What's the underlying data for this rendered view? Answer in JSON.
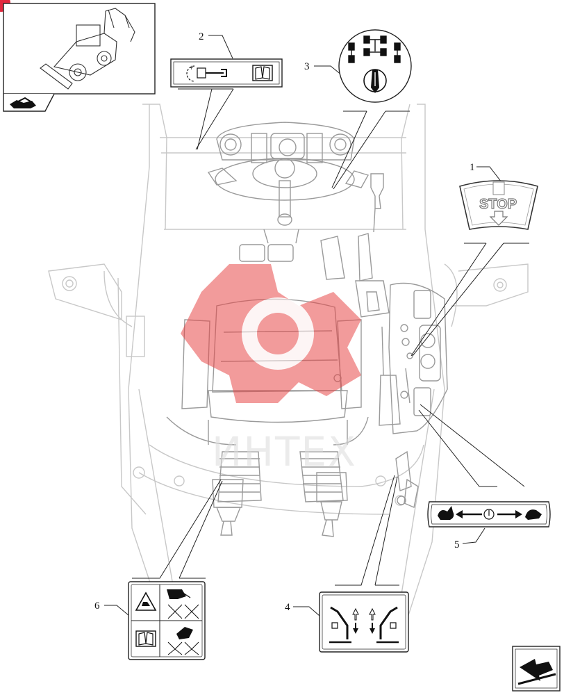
{
  "callouts": {
    "c1": "1",
    "c2": "2",
    "c3": "3",
    "c4": "4",
    "c5": "5",
    "c6": "6"
  },
  "decals": {
    "stop_label": "STOP"
  },
  "watermark": {
    "text": "ИНТЕХ",
    "color": "#e84a4a"
  },
  "colors": {
    "corner_marker": "#e2293f",
    "line": "#222222",
    "cab_outline": "#c8c8c8"
  },
  "icons": {
    "thumbnail": "backhoe-loader-icon",
    "nav_prev": "page-back-arrow-icon",
    "nav_next": "next-page-arrow-icon"
  }
}
